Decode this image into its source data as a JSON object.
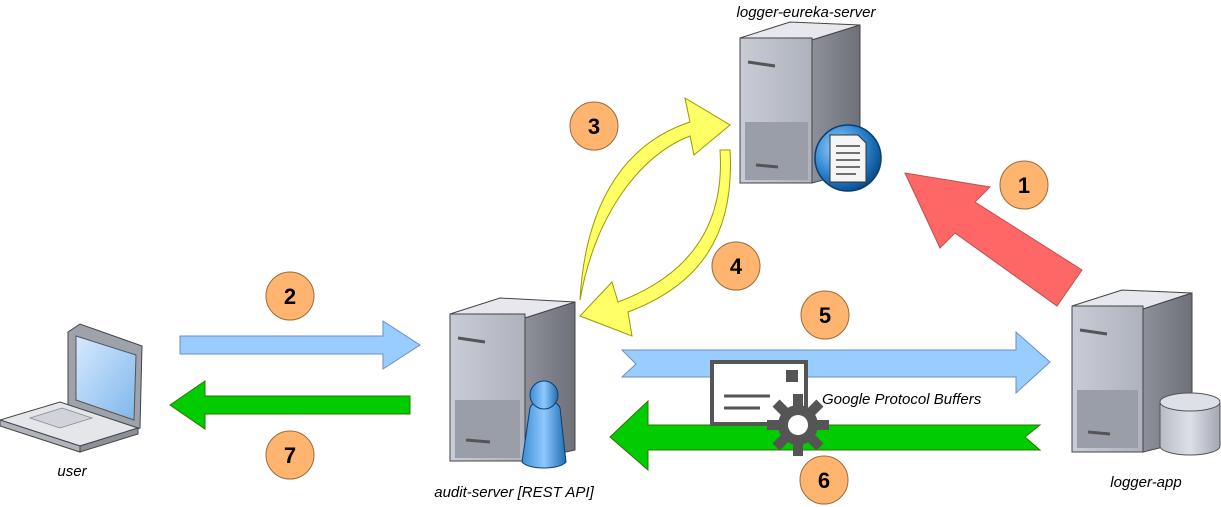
{
  "nodes": {
    "eureka": {
      "label": "logger-eureka-server",
      "icon": "document-globe-icon"
    },
    "audit": {
      "label": "audit-server [REST API]",
      "icon": "user-icon"
    },
    "logger": {
      "label": "logger-app",
      "icon": "database-icon"
    },
    "user": {
      "label": "user",
      "icon": "laptop-icon"
    }
  },
  "steps": [
    "1",
    "2",
    "3",
    "4",
    "5",
    "6",
    "7"
  ],
  "protocol": {
    "label": "Google Protocol Buffers",
    "icon": "certificate-gear-icon"
  },
  "colors": {
    "request_arrow": "#99CCFF",
    "response_arrow": "#00CC00",
    "discovery_arrow": "#FFFF66",
    "register_arrow": "#FF6666",
    "step_badge": "#FFB570"
  }
}
